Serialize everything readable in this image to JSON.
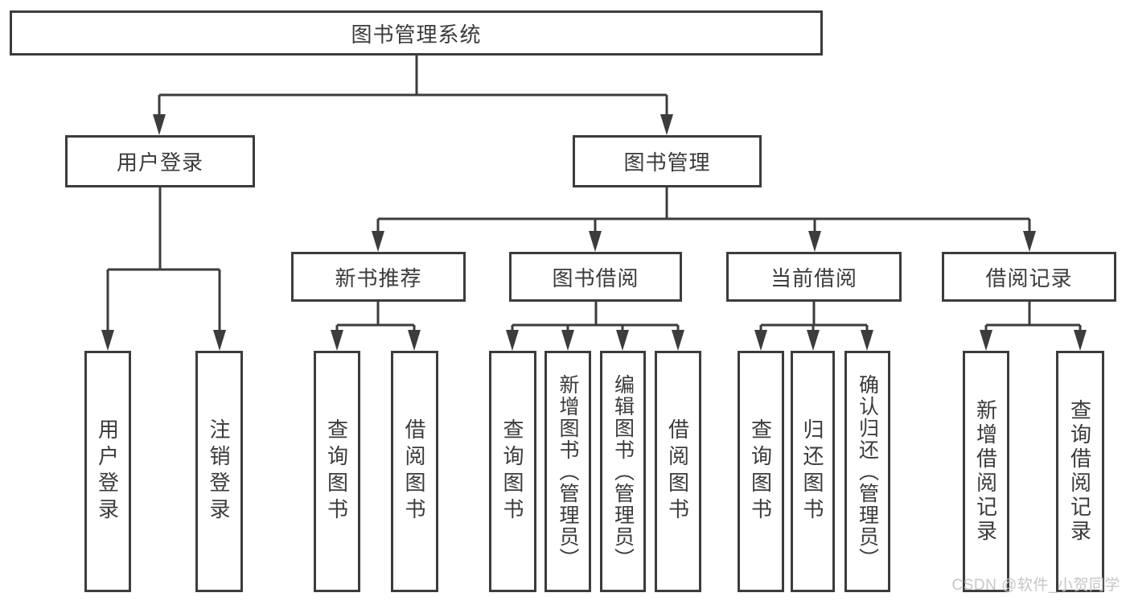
{
  "diagram": {
    "title": "图书管理系统",
    "children": [
      {
        "label": "用户登录",
        "children": [
          {
            "label": "用户登录"
          },
          {
            "label": "注销登录"
          }
        ]
      },
      {
        "label": "图书管理",
        "children": [
          {
            "label": "新书推荐",
            "children": [
              {
                "label": "查询图书"
              },
              {
                "label": "借阅图书"
              }
            ]
          },
          {
            "label": "图书借阅",
            "children": [
              {
                "label": "查询图书"
              },
              {
                "label": "新增图书（管理员）"
              },
              {
                "label": "编辑图书（管理员）"
              },
              {
                "label": "借阅图书"
              }
            ]
          },
          {
            "label": "当前借阅",
            "children": [
              {
                "label": "查询图书"
              },
              {
                "label": "归还图书"
              },
              {
                "label": "确认归还（管理员）"
              }
            ]
          },
          {
            "label": "借阅记录",
            "children": [
              {
                "label": "新增借阅记录"
              },
              {
                "label": "查询借阅记录"
              }
            ]
          }
        ]
      }
    ]
  },
  "watermark": {
    "text": "CSDN @软件_小贺同学"
  },
  "colors": {
    "line": "#3c3c3c",
    "text": "#3b3b3b",
    "watermark": "#c6c6c6",
    "background": "#ffffff"
  }
}
